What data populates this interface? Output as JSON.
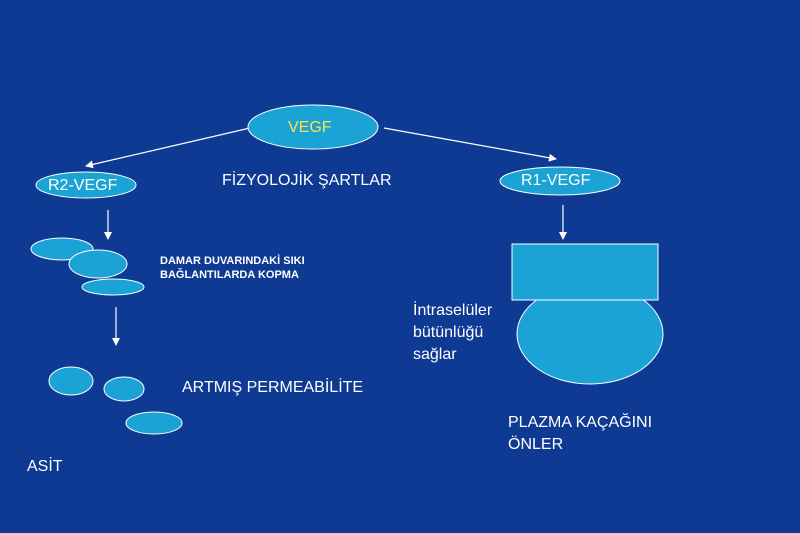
{
  "diagram": {
    "root": "VEGF",
    "subtitle": "FİZYOLOJİK ŞARTLAR",
    "left_receptor": "R2-VEGF",
    "right_receptor": "R1-VEGF",
    "left_step1_line1": "DAMAR DUVARINDAKİ SIKI",
    "left_step1_line2": "BAĞLANTILARDA KOPMA",
    "left_step2": "ARTMIŞ PERMEABİLİTE",
    "left_result": "ASİT",
    "right_step1_line1": "İntraselüler",
    "right_step1_line2": "bütünlüğü",
    "right_step1_line3": "sağlar",
    "right_result_line1": "PLAZMA KAÇAĞINI",
    "right_result_line2": "ÖNLER"
  },
  "colors": {
    "background": "#0e3a94",
    "shape_fill": "#1aa3d4",
    "text": "#ffffff",
    "root_text": "#ffe24a"
  }
}
